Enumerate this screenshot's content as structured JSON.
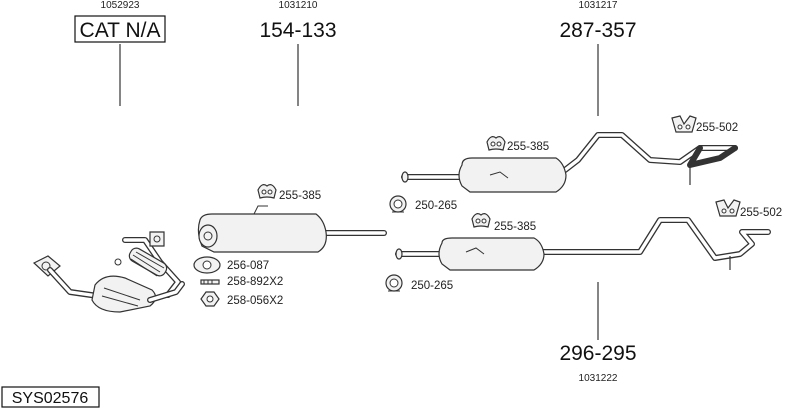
{
  "columns": {
    "cat": {
      "code": "1052923",
      "title": "CAT N/A"
    },
    "mid": {
      "code": "1031210",
      "title": "154-133"
    },
    "rear_top": {
      "code": "1031217",
      "title": "287-357"
    },
    "rear_bottom": {
      "code": "1031222",
      "title": "296-295"
    }
  },
  "parts": {
    "mount_mid": "255-385",
    "gasket": "256-087",
    "bolt": "258-892X2",
    "nut": "258-056X2",
    "mount_top": "255-385",
    "clamp_top": "250-265",
    "hanger_top": "255-502",
    "mount_bottom": "255-385",
    "clamp_bottom": "250-265",
    "hanger_bottom": "255-502"
  },
  "system_id": "SYS02576"
}
